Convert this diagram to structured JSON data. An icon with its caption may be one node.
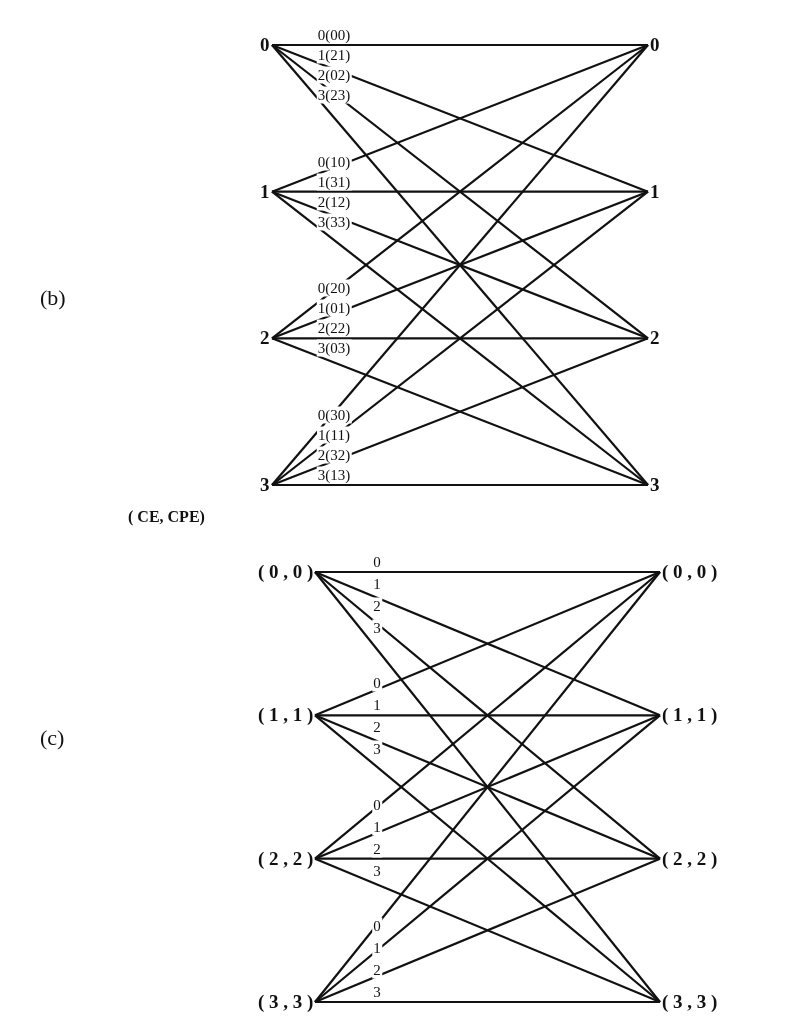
{
  "diagram": {
    "nodes": [
      {
        "text": [
          "0"
        ]
      },
      {
        "text": [
          "0"
        ]
      },
      {
        "text": [
          "1"
        ]
      },
      {
        "text": [
          "1"
        ]
      },
      {
        "text": [
          "2"
        ]
      },
      {
        "text": [
          "2"
        ]
      },
      {
        "text": [
          "3"
        ]
      },
      {
        "text": [
          "3"
        ]
      },
      {
        "text": [
          "( 0 , 0 )"
        ]
      },
      {
        "text": [
          "( 0 , 0 )"
        ]
      },
      {
        "text": [
          "( 1 , 1 )"
        ]
      },
      {
        "text": [
          "( 1 , 1 )"
        ]
      },
      {
        "text": [
          "( 2 , 2 )"
        ]
      },
      {
        "text": [
          "( 2 , 2 )"
        ]
      },
      {
        "text": [
          "( 3 , 3 )"
        ]
      },
      {
        "text": [
          "( 3 , 3 )"
        ]
      }
    ],
    "edges": [
      {
        "from": 0,
        "to": 1,
        "arrow": "none",
        "label": "0(00)"
      },
      {
        "from": 0,
        "to": 3,
        "arrow": "none",
        "label": "1(21)"
      },
      {
        "from": 0,
        "to": 5,
        "arrow": "none",
        "label": "2(02)"
      },
      {
        "from": 0,
        "to": 7,
        "arrow": "none",
        "label": "3(23)"
      },
      {
        "from": 2,
        "to": 1,
        "arrow": "none",
        "label": "0(10)"
      },
      {
        "from": 2,
        "to": 3,
        "arrow": "none",
        "label": "1(31)"
      },
      {
        "from": 2,
        "to": 5,
        "arrow": "none",
        "label": "2(12)"
      },
      {
        "from": 2,
        "to": 7,
        "arrow": "none",
        "label": "3(33)"
      },
      {
        "from": 4,
        "to": 1,
        "arrow": "none",
        "label": "0(20)"
      },
      {
        "from": 4,
        "to": 3,
        "arrow": "none",
        "label": "1(01)"
      },
      {
        "from": 4,
        "to": 5,
        "arrow": "none",
        "label": "2(22)"
      },
      {
        "from": 4,
        "to": 7,
        "arrow": "none",
        "label": "3(03)"
      },
      {
        "from": 6,
        "to": 1,
        "arrow": "none",
        "label": "0(30)"
      },
      {
        "from": 6,
        "to": 3,
        "arrow": "none",
        "label": "1(11)"
      },
      {
        "from": 6,
        "to": 5,
        "arrow": "none",
        "label": "2(32)"
      },
      {
        "from": 6,
        "to": 7,
        "arrow": "none",
        "label": "3(13)"
      },
      {
        "from": 8,
        "to": 9,
        "arrow": "none",
        "label": "0"
      },
      {
        "from": 8,
        "to": 11,
        "arrow": "none",
        "label": "1"
      },
      {
        "from": 8,
        "to": 13,
        "arrow": "none",
        "label": "2"
      },
      {
        "from": 8,
        "to": 15,
        "arrow": "none",
        "label": "3"
      },
      {
        "from": 10,
        "to": 9,
        "arrow": "none",
        "label": "0"
      },
      {
        "from": 10,
        "to": 11,
        "arrow": "none",
        "label": "1"
      },
      {
        "from": 10,
        "to": 13,
        "arrow": "none",
        "label": "2"
      },
      {
        "from": 10,
        "to": 15,
        "arrow": "none",
        "label": "3"
      },
      {
        "from": 12,
        "to": 9,
        "arrow": "none",
        "label": "0"
      },
      {
        "from": 12,
        "to": 11,
        "arrow": "none",
        "label": "1"
      },
      {
        "from": 12,
        "to": 13,
        "arrow": "none",
        "label": "2"
      },
      {
        "from": 12,
        "to": 15,
        "arrow": "none",
        "label": "3"
      },
      {
        "from": 14,
        "to": 9,
        "arrow": "none",
        "label": "0"
      },
      {
        "from": 14,
        "to": 11,
        "arrow": "none",
        "label": "1"
      },
      {
        "from": 14,
        "to": 13,
        "arrow": "none",
        "label": "2"
      },
      {
        "from": 14,
        "to": 15,
        "arrow": "none",
        "label": "3"
      }
    ],
    "labels": [
      "(b)",
      "( CE, CPE)",
      "(c)"
    ]
  }
}
